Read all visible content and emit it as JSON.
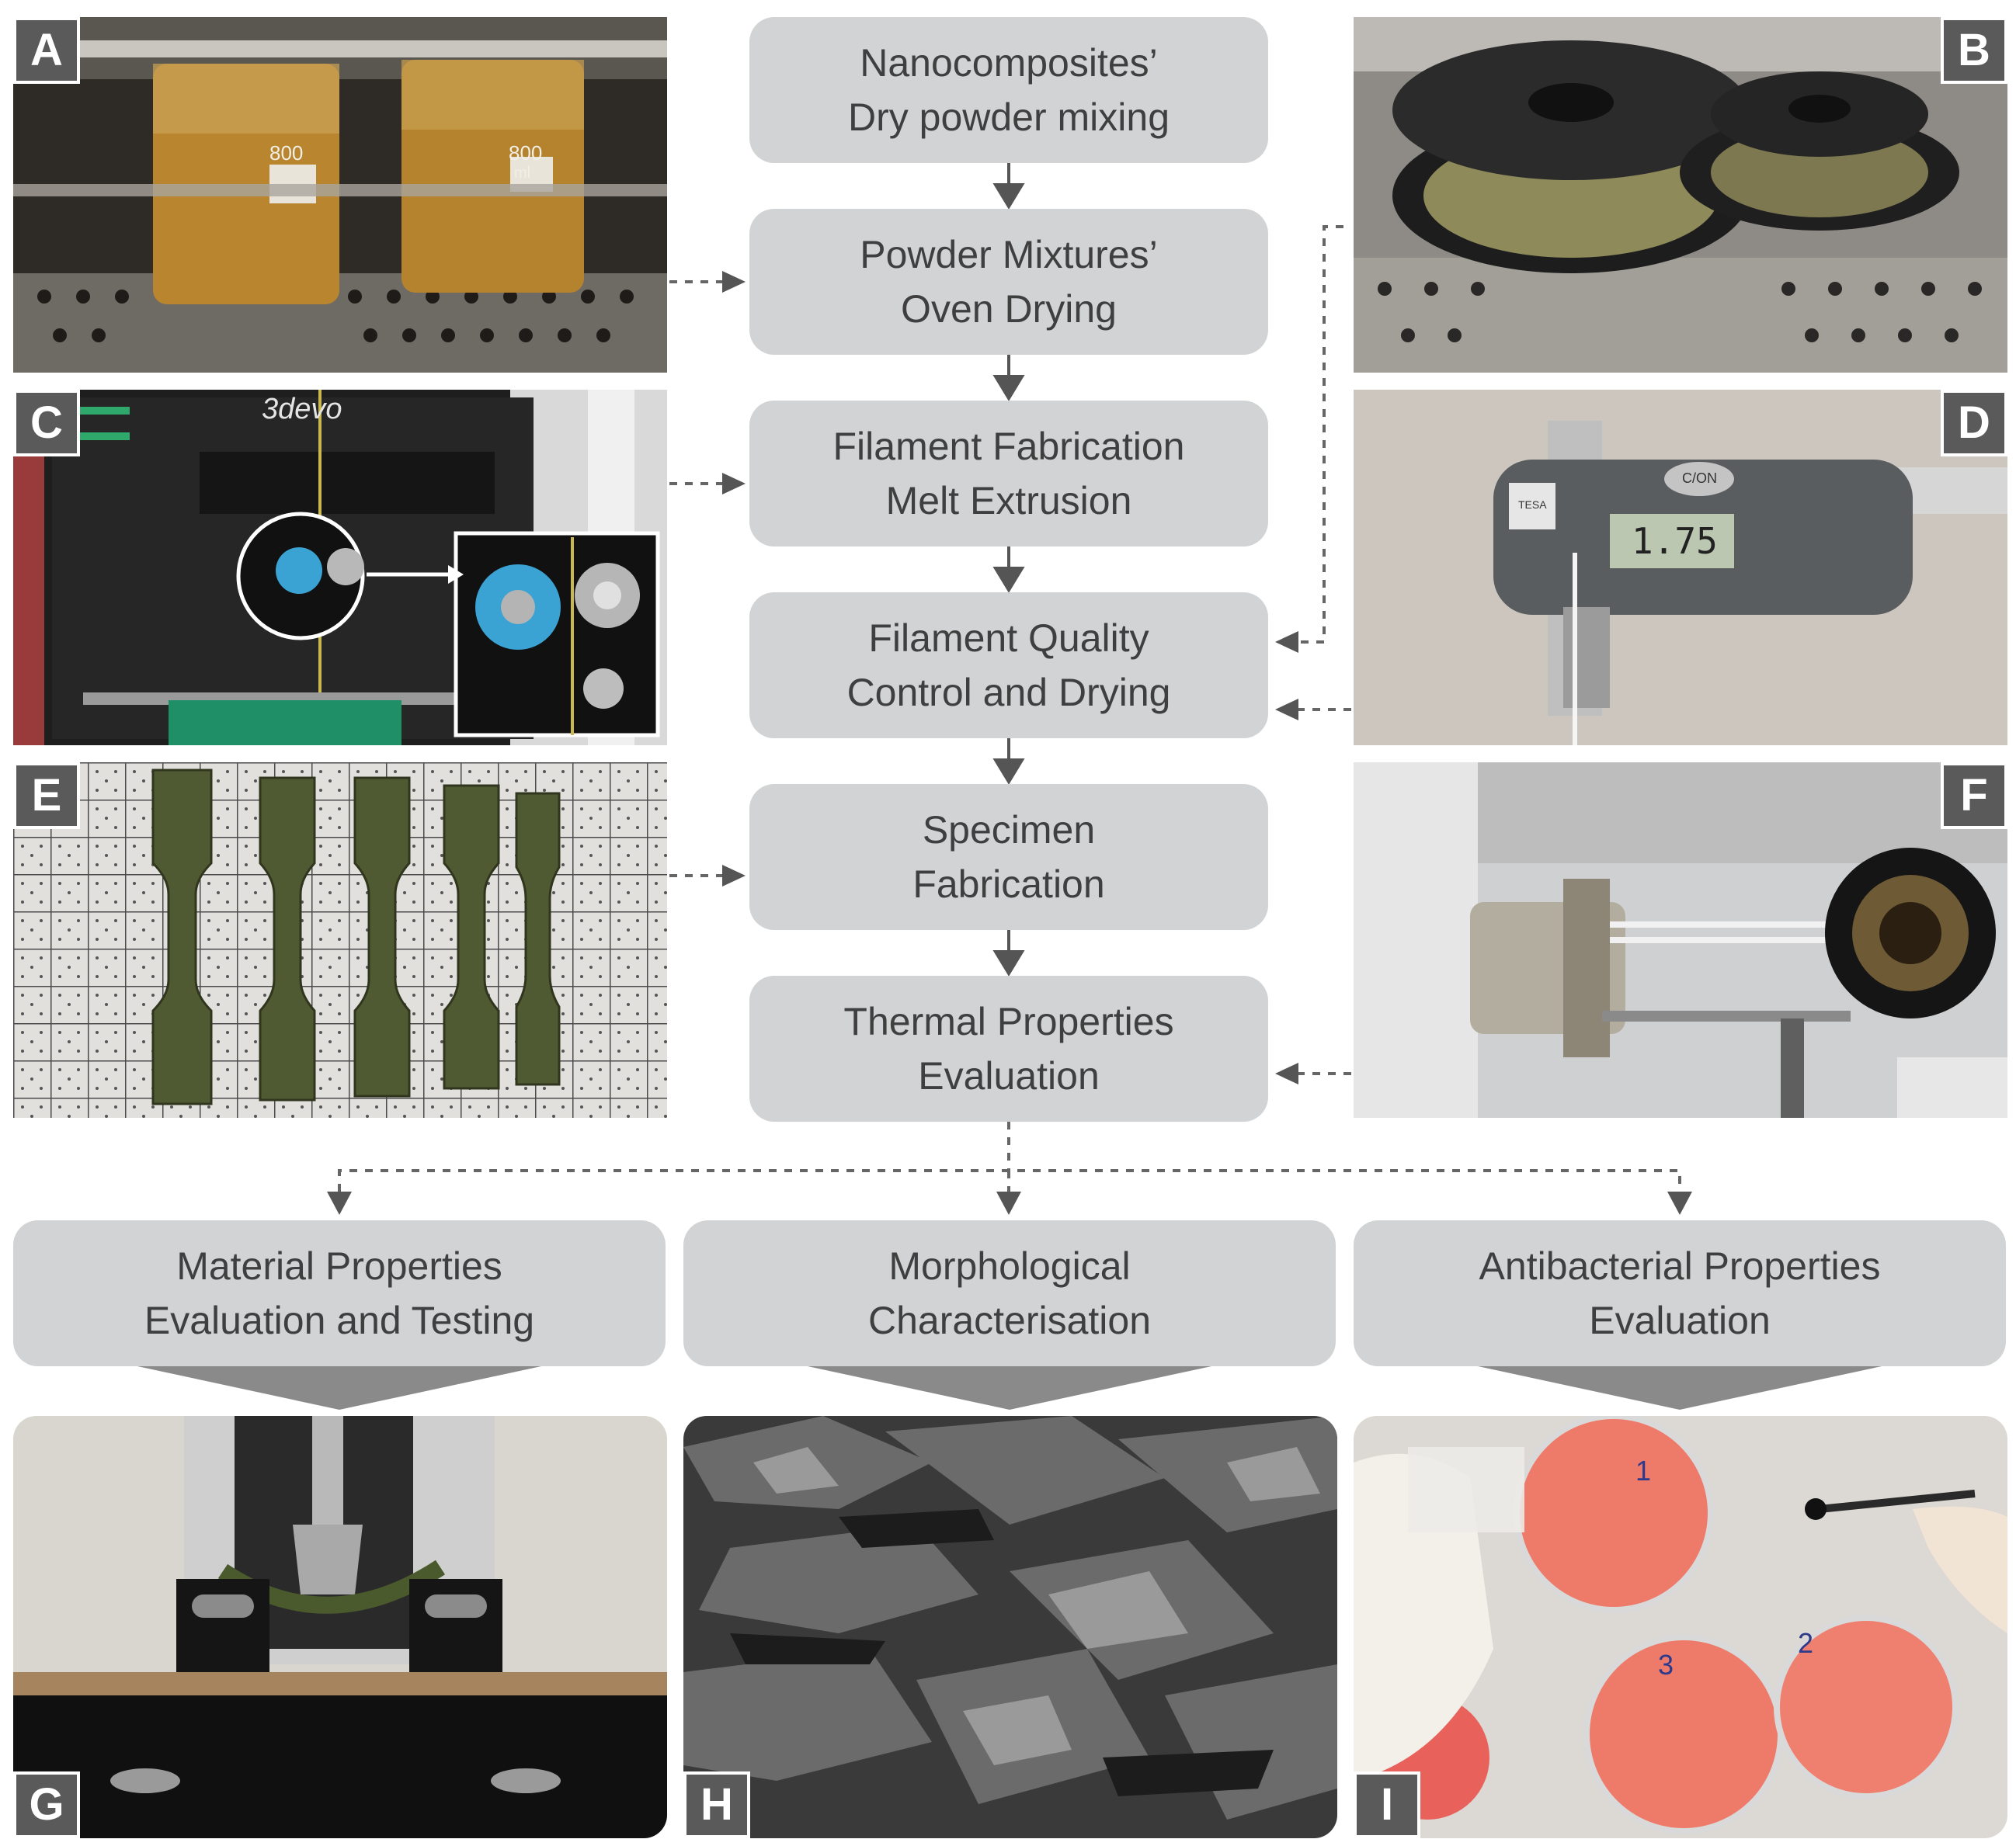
{
  "steps": [
    {
      "line1": "Nanocomposites’",
      "line2": "Dry powder mixing"
    },
    {
      "line1": "Powder Mixtures’",
      "line2": "Oven Drying"
    },
    {
      "line1": "Filament Fabrication",
      "line2": "Melt Extrusion"
    },
    {
      "line1": "Filament Quality",
      "line2": "Control and Drying"
    },
    {
      "line1": "Specimen",
      "line2": "Fabrication"
    },
    {
      "line1": "Thermal Properties",
      "line2": "Evaluation"
    }
  ],
  "outcomes": [
    {
      "line1": "Material Properties",
      "line2": "Evaluation and Testing"
    },
    {
      "line1": "Morphological",
      "line2": "Characterisation"
    },
    {
      "line1": "Antibacterial Properties",
      "line2": "Evaluation"
    }
  ],
  "panels": {
    "A": "A",
    "B": "B",
    "C": "C",
    "D": "D",
    "E": "E",
    "F": "F",
    "G": "G",
    "H": "H",
    "I": "I"
  },
  "photo_text": {
    "extruder_brand": "3devo",
    "caliper_button": "C/ON",
    "caliper_reading": "1.75",
    "caliper_brand": "TESA",
    "beaker_volume": "800",
    "beaker_unit": "ml",
    "petri_labels": [
      "1",
      "2",
      "3"
    ]
  },
  "colors": {
    "box_fill": "#d1d3d4",
    "box_text": "#3f3f3f",
    "connector": "#555555",
    "label_fill": "#5a5a5a"
  }
}
